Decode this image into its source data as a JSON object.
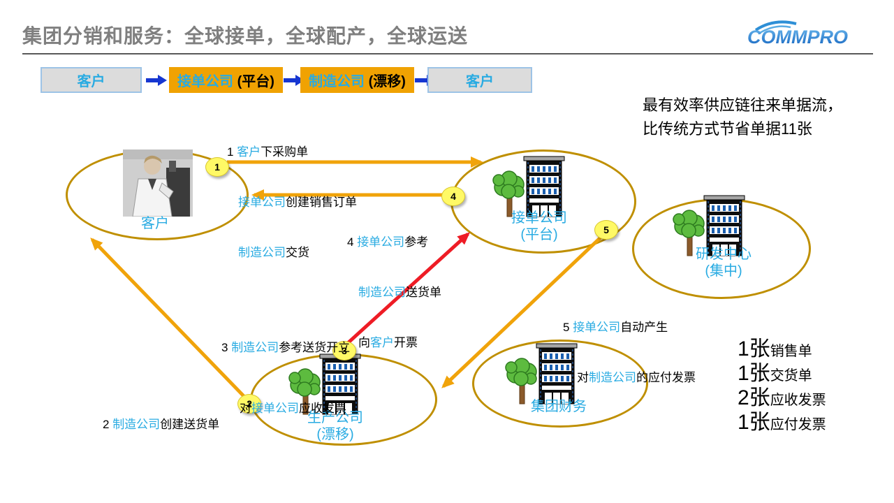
{
  "title": "集团分销和服务：全球接单，全球配产，全球运送",
  "logo": {
    "text": "COMMPRO"
  },
  "flow": {
    "box1": "客户",
    "box2_hl": "接单公司",
    "box2_rest": " (平台)",
    "box3_hl": "制造公司",
    "box3_rest": " (漂移)",
    "box4": "客户"
  },
  "headline": {
    "line1": "最有效率供应链往来单据流，",
    "line2": "比传统方式节省单据11张"
  },
  "notes": {
    "step1": {
      "prefix": "1 ",
      "l1_hl": "客户",
      "l1_rest": "下采购单",
      "l2_hl": "接单公司",
      "l2_rest": "创建销售订单",
      "l3_hl": "制造公司",
      "l3_rest": "交货"
    },
    "step2": {
      "prefix": "2 ",
      "hl": "制造公司",
      "rest": "创建送货单"
    },
    "step3": {
      "prefix": "3 ",
      "l1_hl": "制造公司",
      "l1_rest": "参考送货开立",
      "l2_pre": "对",
      "l2_hl": "接单公司",
      "l2_rest": "应收发票"
    },
    "step4": {
      "prefix": "4 ",
      "l1_hl": "接单公司",
      "l1_rest": "参考",
      "l2_hl": "制造公司",
      "l2_rest": "送货单",
      "l3_pre": "向",
      "l3_hl": "客户",
      "l3_rest": "开票"
    },
    "step5": {
      "prefix": "5 ",
      "l1_hl": "接单公司",
      "l1_rest": "自动产生",
      "l2_pre": "对",
      "l2_hl": "制造公司",
      "l2_rest": "的应付发票"
    }
  },
  "entities": {
    "customer": {
      "label": "客户"
    },
    "order": {
      "label": "接单公司",
      "sub": "(平台)"
    },
    "rd": {
      "label": "研发中心",
      "sub": "(集中)"
    },
    "prod": {
      "label": "生产公司",
      "sub": "(漂移)"
    },
    "finance": {
      "label": "集团财务"
    }
  },
  "badges": {
    "b1": "1",
    "b2": "2",
    "b3": "3",
    "b4": "4",
    "b5": "5"
  },
  "summary": [
    {
      "count": "1张",
      "label": "销售单"
    },
    {
      "count": "1张",
      "label": "交货单"
    },
    {
      "count": "2张",
      "label": "应收发票"
    },
    {
      "count": "1张",
      "label": "应付发票"
    }
  ],
  "colors": {
    "accent_cyan": "#29ABE2",
    "arrow_orange": "#F0A30A",
    "arrow_red": "#EE1C25",
    "ellipse_stroke": "#BF8F00",
    "flow_blue": "#1636D1",
    "box_orange": "#F0A202",
    "box_gray": "#DCDCDC",
    "title_gray": "#7F7F7F",
    "badge_yellow": "#FFF966"
  }
}
